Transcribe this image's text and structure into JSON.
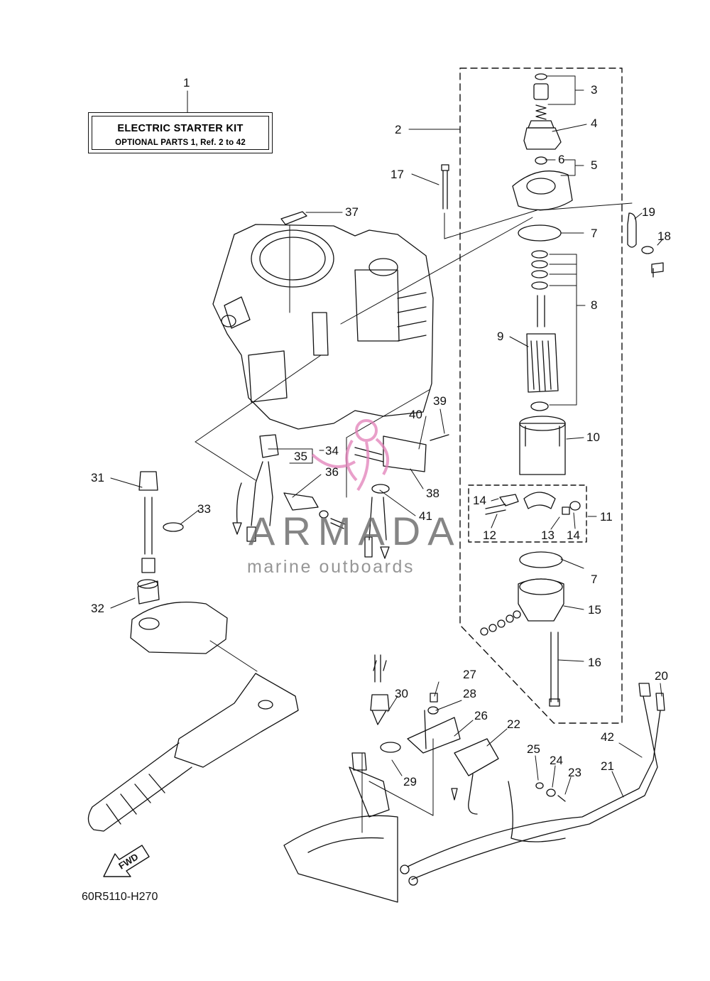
{
  "kit_box": {
    "title": "ELECTRIC STARTER KIT",
    "subtitle": "OPTIONAL PARTS 1,  Ref. 2 to 42"
  },
  "diagram_code": "60R5110-H270",
  "fwd_arrow": "FWD",
  "watermark": {
    "name": "ARMADA",
    "tagline": "marine outboards",
    "accent_color": "#e27fb8",
    "text_color": "#6b6b6b"
  },
  "callouts": [
    "1",
    "2",
    "3",
    "4",
    "5",
    "6",
    "7",
    "8",
    "9",
    "10",
    "11",
    "12",
    "13",
    "14",
    "15",
    "16",
    "17",
    "18",
    "19",
    "20",
    "21",
    "22",
    "23",
    "24",
    "25",
    "26",
    "27",
    "28",
    "29",
    "30",
    "31",
    "32",
    "33",
    "34",
    "35",
    "36",
    "37",
    "38",
    "39",
    "40",
    "41",
    "42"
  ],
  "callout_repeats": {
    "seven_b": "7",
    "fourteen_b": "14"
  }
}
